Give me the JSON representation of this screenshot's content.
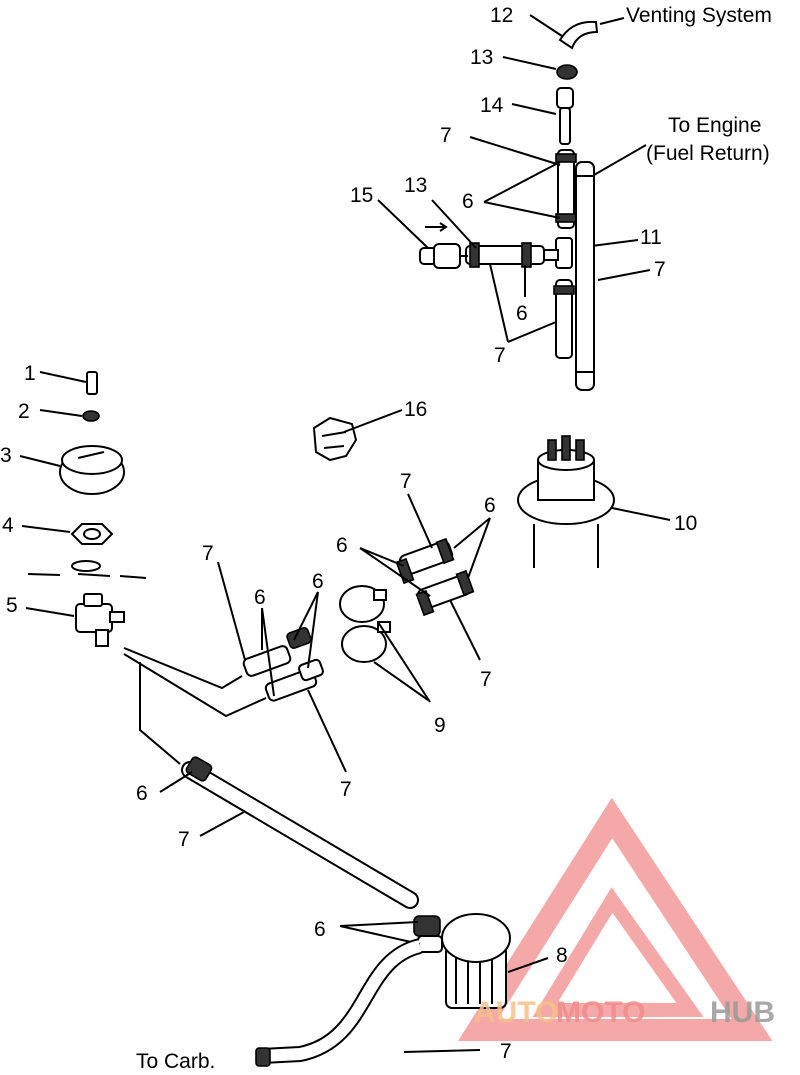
{
  "labels": {
    "l1": "1",
    "l2": "2",
    "l3": "3",
    "l4": "4",
    "l5": "5",
    "l6a": "6",
    "l6b": "6",
    "l6c": "6",
    "l6d": "6",
    "l6e": "6",
    "l6f": "6",
    "l6g": "6",
    "l6h": "6",
    "l7a": "7",
    "l7b": "7",
    "l7c": "7",
    "l7d": "7",
    "l7e": "7",
    "l7f": "7",
    "l7g": "7",
    "l7h": "7",
    "l7i": "7",
    "l8": "8",
    "l9": "9",
    "l10": "10",
    "l11": "11",
    "l12": "12",
    "l13a": "13",
    "l13b": "13",
    "l14": "14",
    "l15": "15",
    "l16": "16"
  },
  "annotations": {
    "venting": "Venting System",
    "to_engine_1": "To Engine",
    "to_engine_2": "(Fuel Return)",
    "to_carb": "To Carb."
  },
  "watermark": {
    "part1": "AUTO",
    "part2": "MOTO",
    "part3": "HUB",
    "colors": {
      "auto": "#f6c08a",
      "moto": "#f28b8b",
      "hub": "#9a9a9a",
      "logo": "#f28b8b"
    }
  }
}
